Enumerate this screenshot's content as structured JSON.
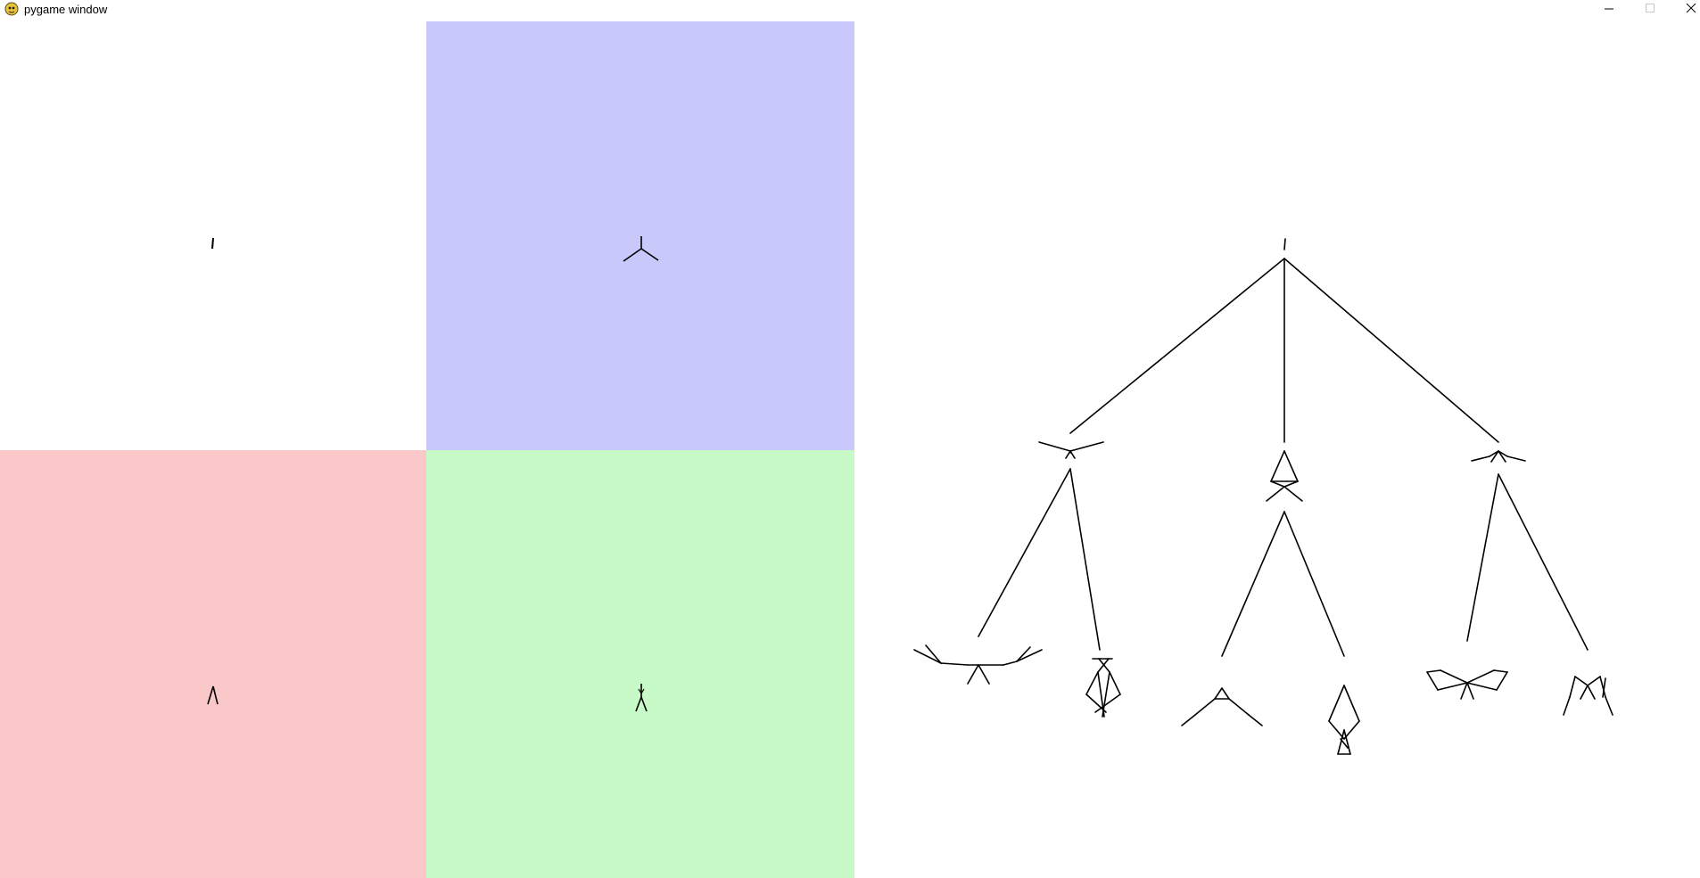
{
  "window": {
    "title": "pygame window",
    "app_icon": "pygame-snake-icon",
    "controls": {
      "minimize_icon": "minimize-icon",
      "maximize_icon": "maximize-icon",
      "close_icon": "close-icon"
    }
  },
  "colors": {
    "canvas_bg": "#ffffff",
    "panel_top_left": "#ffffff",
    "panel_top_right": "#c8c8fa",
    "panel_bottom_left": "#fac8c8",
    "panel_bottom_right": "#c8fac8",
    "stroke": "#000000"
  },
  "panels": [
    {
      "name": "panel-top-left",
      "figure": "figure-stick"
    },
    {
      "name": "panel-top-right",
      "figure": "figure-tripod"
    },
    {
      "name": "panel-bottom-left",
      "figure": "figure-chevron"
    },
    {
      "name": "panel-bottom-right",
      "figure": "figure-walker"
    }
  ],
  "tree": {
    "levels": 3,
    "root": "tree-root",
    "children_per_node": [
      3,
      2,
      2,
      2
    ]
  }
}
